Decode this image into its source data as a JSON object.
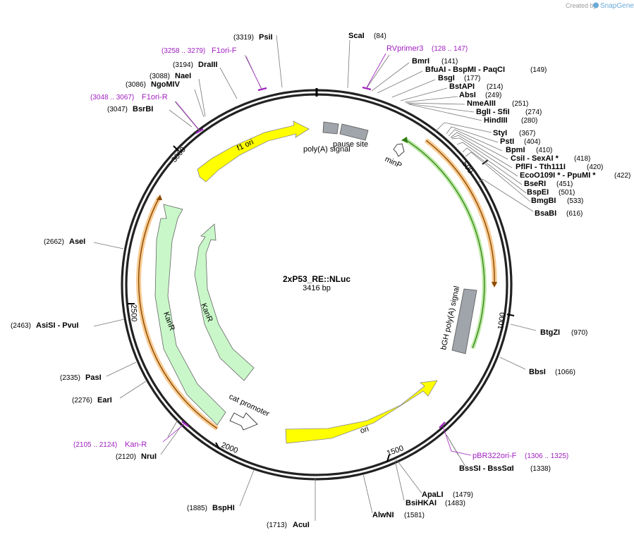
{
  "branding": {
    "created_by": "Created by",
    "app": "SnapGene"
  },
  "plasmid": {
    "name": "2xP53_RE::NLuc",
    "length_label": "3416 bp"
  },
  "ticks": [
    "500",
    "1000",
    "1500",
    "2000",
    "2500",
    "3000"
  ],
  "features": {
    "f1_ori": "f1 ori",
    "polyA": "poly(A) signal",
    "pause": "pause site",
    "minP": "minP",
    "bgh": "bGH poly(A) signal",
    "ori": "ori",
    "cat": "cat promoter",
    "kanr_outer": "KanR",
    "kanr_inner": "KanR"
  },
  "primers": [
    {
      "name": "F1ori-F",
      "range": "(3258 .. 3279)"
    },
    {
      "name": "RVprimer3",
      "range": "(128 .. 147)"
    },
    {
      "name": "F1ori-R",
      "range": "(3048 .. 3067)"
    },
    {
      "name": "pBR322ori-F",
      "range": "(1306 .. 1325)"
    },
    {
      "name": "Kan-R",
      "range": "(2105 .. 2124)"
    }
  ],
  "enzymes_right": [
    {
      "name": "ScaI",
      "pos": "(84)"
    },
    {
      "name": "BmrI",
      "pos": "(141)"
    },
    {
      "name": "BfuAI  - BspMI  - PaqCI",
      "pos": "(149)"
    },
    {
      "name": "BsgI",
      "pos": "(177)"
    },
    {
      "name": "BstAPI",
      "pos": "(214)"
    },
    {
      "name": "AbsI",
      "pos": "(249)"
    },
    {
      "name": "NmeAIII",
      "pos": "(251)"
    },
    {
      "name": "BglI  - SfiI",
      "pos": "(274)"
    },
    {
      "name": "HindIII",
      "pos": "(280)"
    },
    {
      "name": "StyI",
      "pos": "(367)"
    },
    {
      "name": "PstI",
      "pos": "(404)"
    },
    {
      "name": "BpmI",
      "pos": "(410)"
    },
    {
      "name": "CsiI  - SexAI *",
      "pos": "(418)"
    },
    {
      "name": "PflFI  - Tth111I",
      "pos": "(420)"
    },
    {
      "name": "EcoO109I *  - PpuMI *",
      "pos": "(422)"
    },
    {
      "name": "BseRI",
      "pos": "(451)"
    },
    {
      "name": "BspEI",
      "pos": "(501)"
    },
    {
      "name": "BmgBI",
      "pos": "(533)"
    },
    {
      "name": "BsaBI",
      "pos": "(616)"
    },
    {
      "name": "BtgZI",
      "pos": "(970)"
    },
    {
      "name": "BbsI",
      "pos": "(1066)"
    },
    {
      "name": "BssSI  - BssSαI",
      "pos": "(1338)"
    },
    {
      "name": "ApaLI",
      "pos": "(1479)"
    },
    {
      "name": "BsiHKAI",
      "pos": "(1483)"
    },
    {
      "name": "AlwNI",
      "pos": "(1581)"
    },
    {
      "name": "AcuI",
      "pos": "(1713)"
    }
  ],
  "enzymes_left": [
    {
      "name": "PsiI",
      "pos": "(3319)"
    },
    {
      "name": "DraIII",
      "pos": "(3194)"
    },
    {
      "name": "NaeI",
      "pos": "(3088)"
    },
    {
      "name": "NgoMIV",
      "pos": "(3086)"
    },
    {
      "name": "BsrBI",
      "pos": "(3047)"
    },
    {
      "name": "AseI",
      "pos": "(2662)"
    },
    {
      "name": "AsiSI  - PvuI",
      "pos": "(2463)"
    },
    {
      "name": "PasI",
      "pos": "(2335)"
    },
    {
      "name": "EarI",
      "pos": "(2276)"
    },
    {
      "name": "NruI",
      "pos": "(2120)"
    },
    {
      "name": "BspHI",
      "pos": "(1885)"
    }
  ]
}
